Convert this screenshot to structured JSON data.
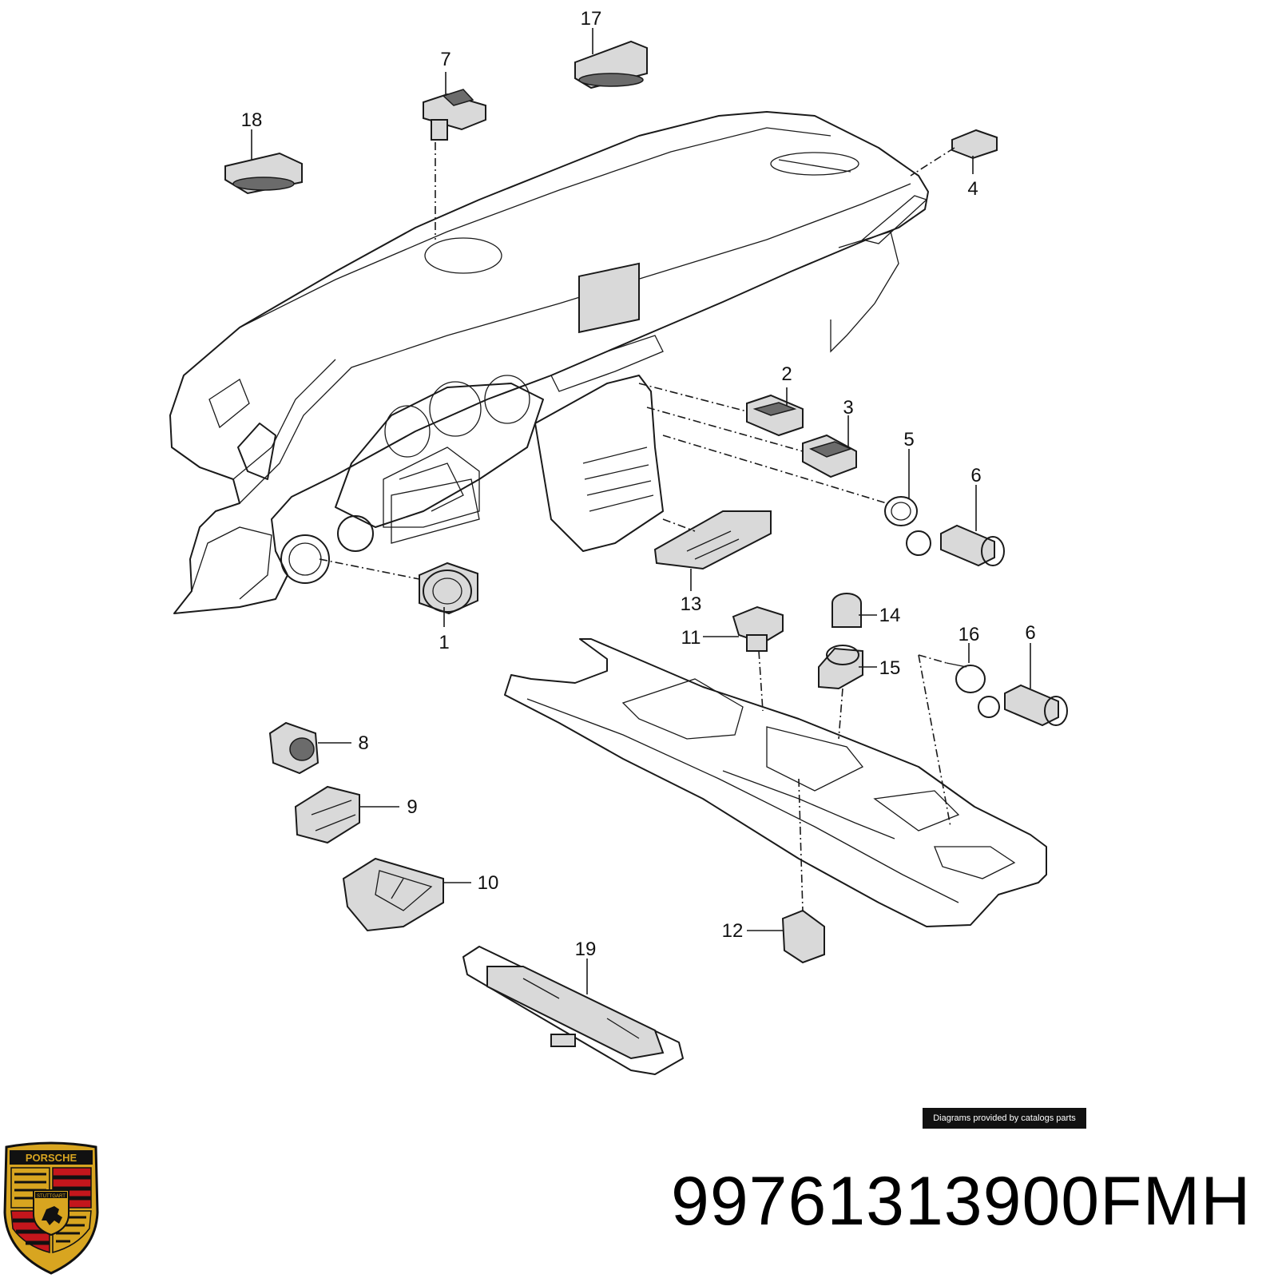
{
  "diagram": {
    "callouts": [
      {
        "id": "1",
        "label": "1"
      },
      {
        "id": "2",
        "label": "2"
      },
      {
        "id": "3",
        "label": "3"
      },
      {
        "id": "4",
        "label": "4"
      },
      {
        "id": "5",
        "label": "5"
      },
      {
        "id": "6a",
        "label": "6"
      },
      {
        "id": "6b",
        "label": "6"
      },
      {
        "id": "7",
        "label": "7"
      },
      {
        "id": "8",
        "label": "8"
      },
      {
        "id": "9",
        "label": "9"
      },
      {
        "id": "10",
        "label": "10"
      },
      {
        "id": "11",
        "label": "11"
      },
      {
        "id": "12",
        "label": "12"
      },
      {
        "id": "13",
        "label": "13"
      },
      {
        "id": "14",
        "label": "14"
      },
      {
        "id": "15",
        "label": "15"
      },
      {
        "id": "16",
        "label": "16"
      },
      {
        "id": "17",
        "label": "17"
      },
      {
        "id": "18",
        "label": "18"
      },
      {
        "id": "19",
        "label": "19"
      }
    ]
  },
  "credit": "Diagrams provided by catalogs parts",
  "part_number": "99761313900FMH",
  "logo": {
    "top_text": "PORSCHE",
    "center_text": "STUTTGART",
    "colors": {
      "gold": "#d8a520",
      "red": "#c4161c",
      "black": "#111111"
    }
  }
}
